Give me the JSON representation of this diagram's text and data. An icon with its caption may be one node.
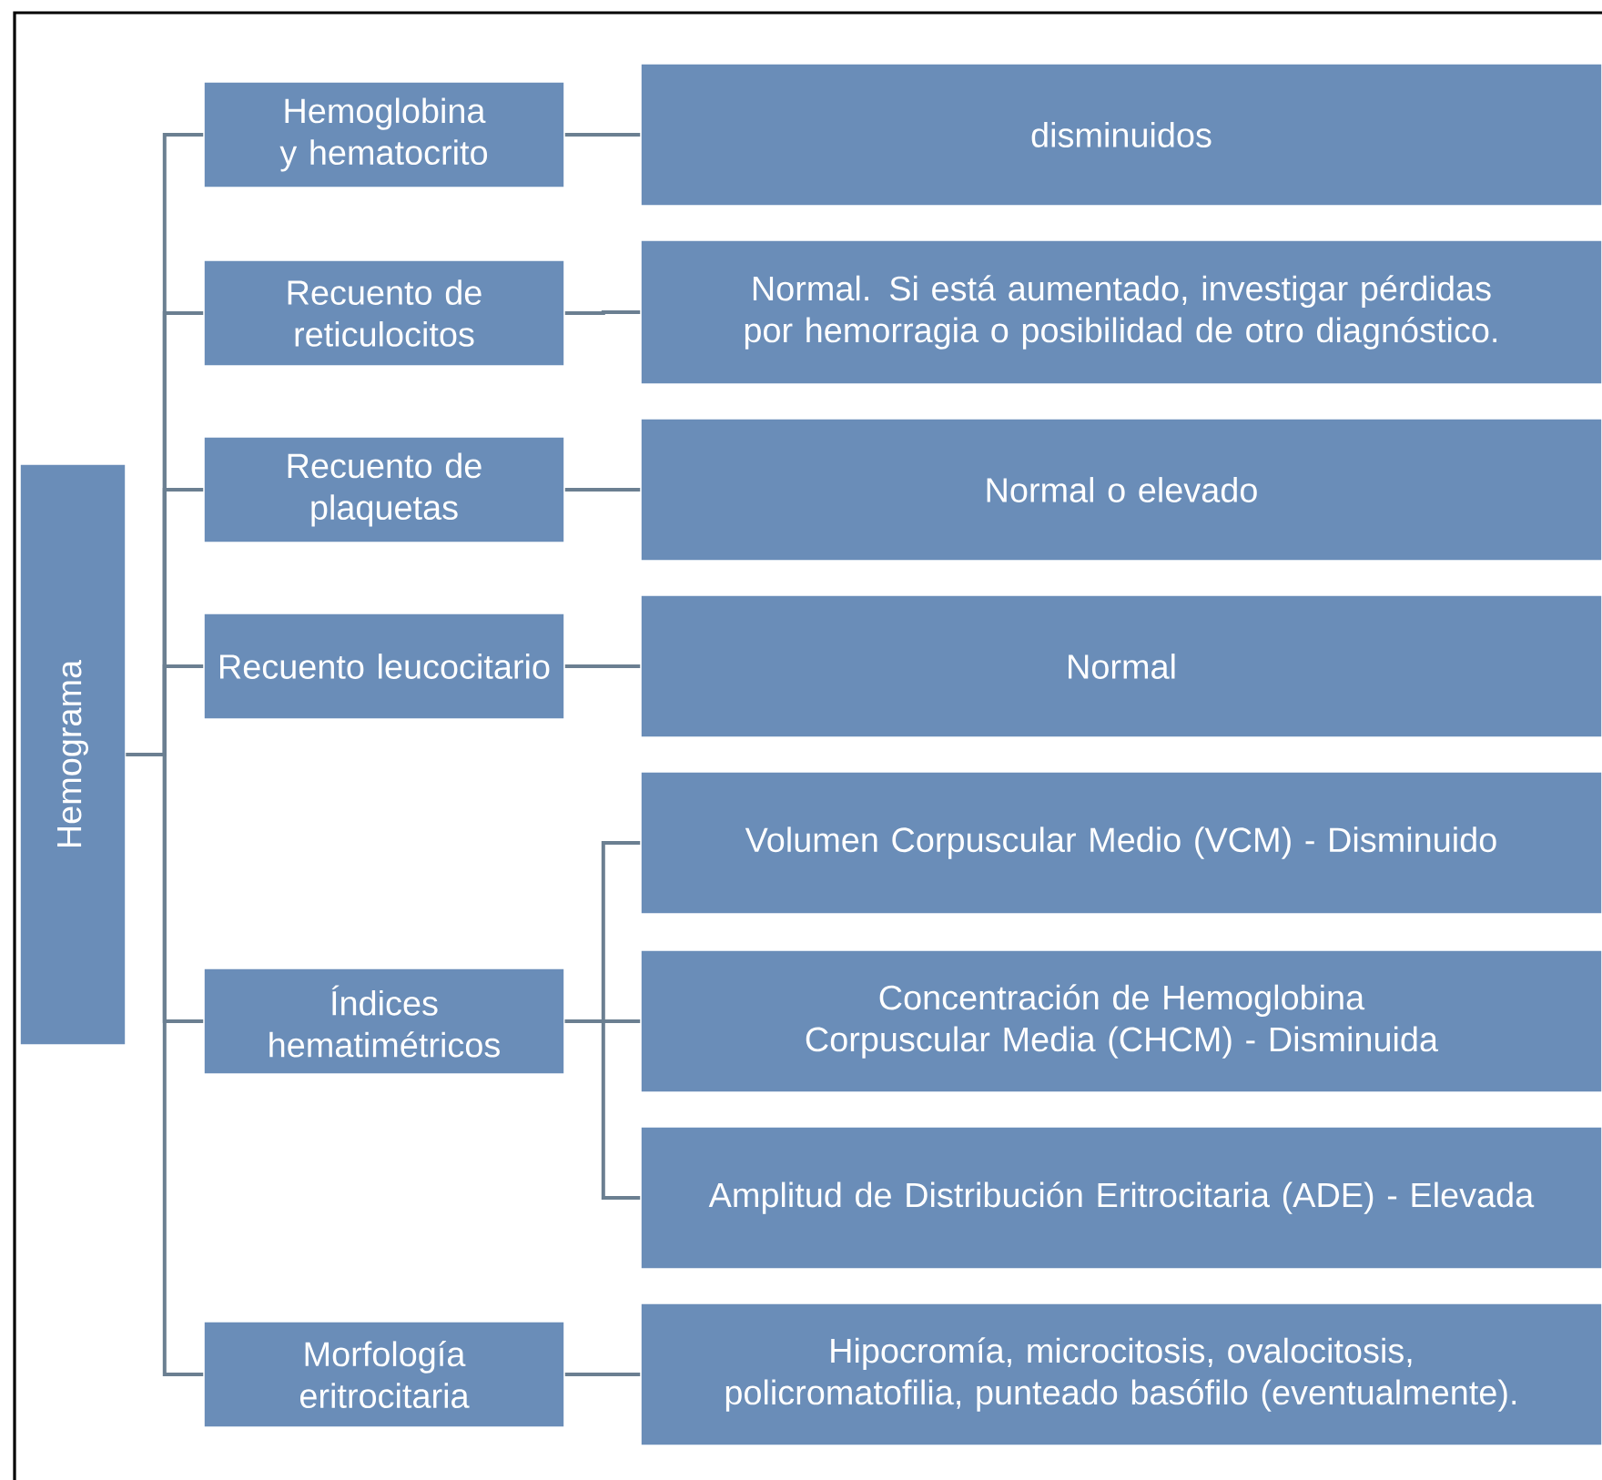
{
  "diagram": {
    "nodes": [
      {
        "text": [
          "Hemograma"
        ]
      },
      {
        "text": [
          "Hemoglobina y hematocrito"
        ]
      },
      {
        "text": [
          "disminuidos"
        ]
      },
      {
        "text": [
          "Recuento de reticulocitos"
        ]
      },
      {
        "text": [
          "Normal. Si está aumentado, investigar pérdidas por hemorragia o posibilidad de otro diagnóstico."
        ]
      },
      {
        "text": [
          "Recuento de plaquetas"
        ]
      },
      {
        "text": [
          "Normal o elevado"
        ]
      },
      {
        "text": [
          "Recuento leucocitario"
        ]
      },
      {
        "text": [
          "Normal"
        ]
      },
      {
        "text": [
          "Índices hematimétricos"
        ]
      },
      {
        "text": [
          "Volumen Corpuscular Medio (VCM) - Disminuido"
        ]
      },
      {
        "text": [
          "Concentración de Hemoglobina Corpuscular Media (CHCM) - Disminuida"
        ]
      },
      {
        "text": [
          "Amplitud de Distribución Eritrocitaria (ADE) - Elevada"
        ]
      },
      {
        "text": [
          "Morfología eritrocitaria"
        ]
      },
      {
        "text": [
          "Hipocromía, microcitosis, ovalocitosis, policromatofilia, punteado basófilo (eventualmente)."
        ]
      }
    ],
    "edges": [
      {
        "from": 0,
        "to": 1,
        "arrow": "none"
      },
      {
        "from": 0,
        "to": 3,
        "arrow": "none"
      },
      {
        "from": 0,
        "to": 5,
        "arrow": "none"
      },
      {
        "from": 0,
        "to": 7,
        "arrow": "none"
      },
      {
        "from": 0,
        "to": 9,
        "arrow": "none"
      },
      {
        "from": 0,
        "to": 13,
        "arrow": "none"
      },
      {
        "from": 1,
        "to": 2,
        "arrow": "none"
      },
      {
        "from": 3,
        "to": 4,
        "arrow": "none"
      },
      {
        "from": 5,
        "to": 6,
        "arrow": "none"
      },
      {
        "from": 7,
        "to": 8,
        "arrow": "none"
      },
      {
        "from": 9,
        "to": 10,
        "arrow": "none"
      },
      {
        "from": 9,
        "to": 11,
        "arrow": "none"
      },
      {
        "from": 9,
        "to": 12,
        "arrow": "none"
      },
      {
        "from": 13,
        "to": 14,
        "arrow": "none"
      }
    ]
  }
}
